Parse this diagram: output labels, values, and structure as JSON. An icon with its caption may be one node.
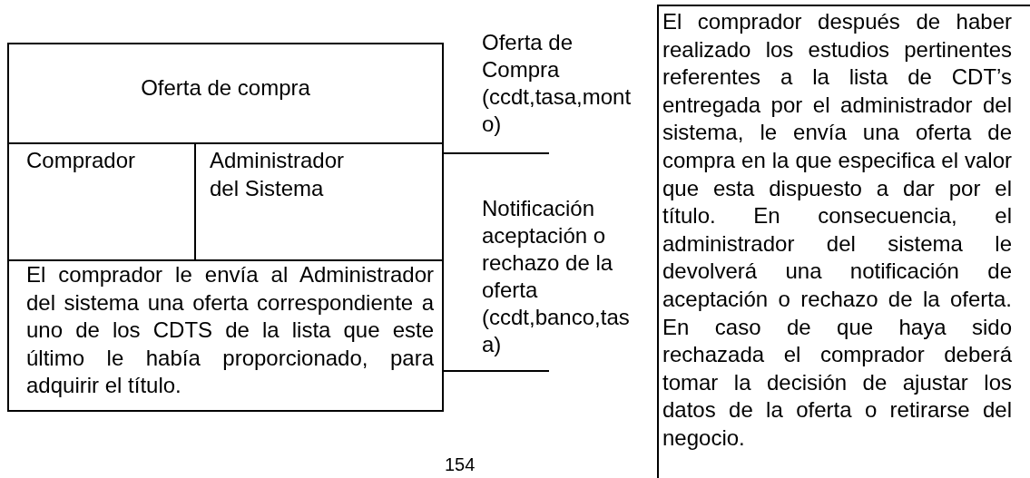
{
  "diagram": {
    "nodes": [
      {
        "text": [
          "Oferta de compra"
        ]
      },
      {
        "text": [
          "Comprador"
        ],
        "in": 0
      },
      {
        "text": [
          "Administrador del Sistema"
        ],
        "in": 0
      },
      {
        "text": [
          "El comprador le envía al Administrador del sistema una oferta correspondiente a uno de los CDTS de la lista que este último le había proporcionado, para adquirir el título."
        ],
        "in": 0
      },
      {
        "text": [
          "El comprador después de haber realizado los estudios pertinentes referentes a la lista de CDT’s entregada por el administrador del sistema, le envía una oferta de compra en la que especifica el valor que esta dispuesto a dar por el título. En consecuencia, el administrador del sistema le devolverá una notificación de aceptación o rechazo de la oferta. En caso de que haya sido rechazada el comprador deberá tomar la decisión de  ajustar los datos de la oferta o retirarse del negocio."
        ]
      }
    ],
    "labels": [
      "Oferta de Compra (ccdt,tasa,monto)",
      "Notificación aceptación o rechazo de la oferta (ccdt,banco,tasa)",
      "154"
    ]
  }
}
